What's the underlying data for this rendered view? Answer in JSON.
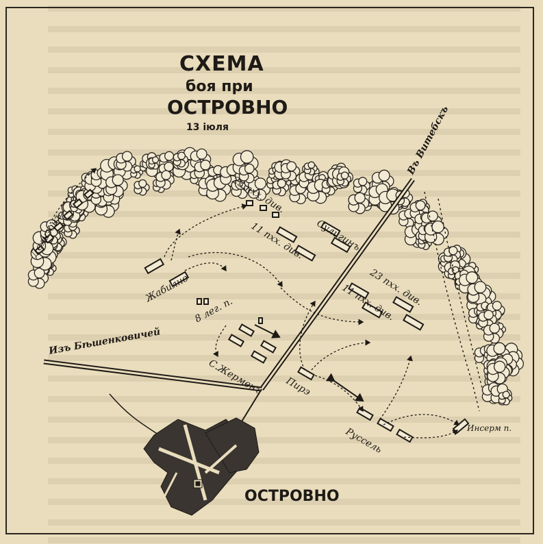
{
  "title": {
    "line1": "СХЕМА",
    "line2": "боя при",
    "line3": "ОСТРОВНО",
    "date": "13 іюля"
  },
  "map_labels": {
    "town": "ОСТРОВНО",
    "road_vitebsk": "Въ Витебскъ",
    "road_beshenkovichi": "Изъ Бѣшенковичей",
    "dolgorukov": "Делизонъ",
    "zhabilno": "Жабилно",
    "cavalry": "8 лег. п.",
    "s_zhermens": "С.Жерменъ",
    "pire": "Пирэ",
    "russel": "Руссель",
    "inferm": "Инсерм п.",
    "div23_top": "23 пхх. див.",
    "div11_top": "11 пхх. див.",
    "kulnev": "Сулигинъ",
    "div23_right": "23 пхх. див.",
    "div11_right": "11 пхх. див."
  }
}
